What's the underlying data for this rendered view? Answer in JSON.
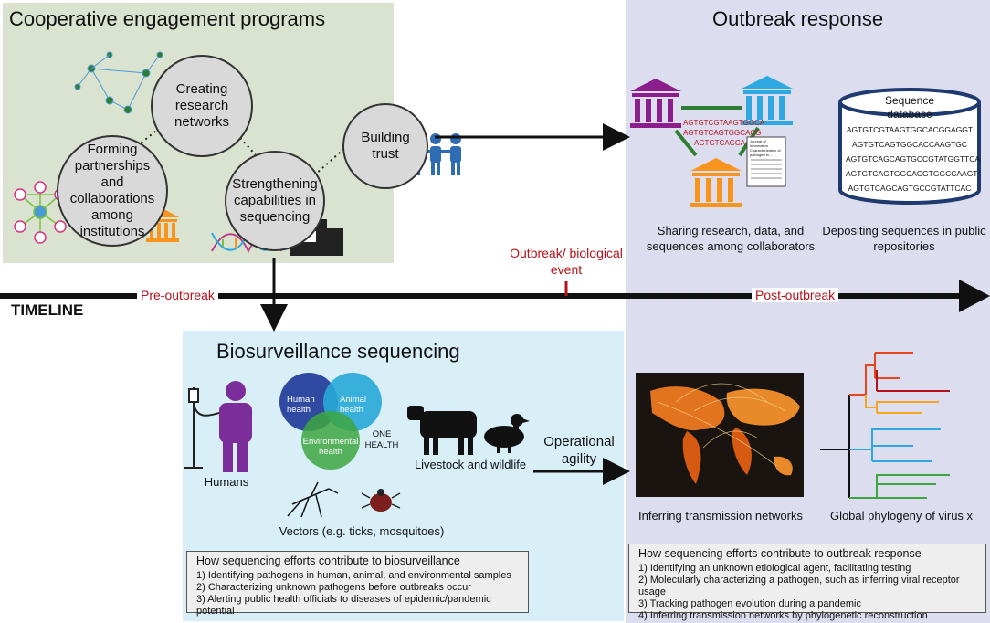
{
  "cooperative": {
    "title": "Cooperative engagement programs",
    "circles": {
      "networks": "Creating research networks",
      "partnerships": "Forming partnerships and collaborations among institutions",
      "capabilities": "Strengthening capabilities in sequencing",
      "trust": "Building trust"
    }
  },
  "outbreak_response": {
    "title": "Outbreak response",
    "sequences": [
      "AGTGTCGTAAGTGGCA",
      "AGTGTCAGTGGCACG",
      "AGTGTCAGCA"
    ],
    "journal_text": "Journal of Information Characterization of pathogen in ...",
    "database": {
      "title_line1": "Sequence",
      "title_line2": "database",
      "rows": [
        "AGTGTCGTAAGTGGCACGGAGGT",
        "AGTGTCAGTGGCACCAAGTGC",
        "AGTGTCAGCAGTGCCGTATGGTTCA",
        "AGTGTCAGTGGCACGTGGCCAAGT",
        "AGTGTCAGCAGTGCCGTATTCAC"
      ]
    },
    "caption_sharing": "Sharing research, data, and sequences among collaborators",
    "caption_depositing": "Depositing sequences in public repositories",
    "caption_transmission": "Inferring transmission networks",
    "caption_phylogeny": "Global phylogeny of virus x",
    "box_title": "How sequencing efforts contribute to outbreak response",
    "box_items": [
      "1) Identifying an unknown etiological agent, facilitating testing",
      "2) Molecularly characterizing a pathogen, such as inferring viral receptor usage",
      "3) Tracking pathogen evolution during a pandemic",
      "4) Inferring transmission networks by phylogenetic reconstruction"
    ]
  },
  "timeline": {
    "label": "TIMELINE",
    "pre": "Pre-outbreak",
    "post": "Post-outbreak",
    "event": "Outbreak/ biological event"
  },
  "biosurveillance": {
    "title": "Biosurveillance sequencing",
    "venn": {
      "human": "Human health",
      "animal": "Animal health",
      "environmental": "Environmental health",
      "one_health": "ONE HEALTH"
    },
    "humans": "Humans",
    "livestock": "Livestock and wildlife",
    "vectors": "Vectors (e.g. ticks, mosquitoes)",
    "box_title": "How sequencing efforts contribute to biosurveillance",
    "box_items": [
      "1) Identifying pathogens in human, animal, and environmental samples",
      "2) Characterizing unknown pathogens before outbreaks occur",
      "3) Alerting public health officials to diseases of epidemic/pandemic potential"
    ]
  },
  "operational_agility": "Operational agility",
  "colors": {
    "green_panel": "#d9e3cf",
    "purple_panel": "#ddddf0",
    "blue_panel": "#d8eff8",
    "red_text": "#b5121b",
    "institution_purple": "#8b1e8b",
    "institution_blue": "#2ea8e0",
    "institution_orange": "#f7941d",
    "link_green": "#2e7d32"
  }
}
